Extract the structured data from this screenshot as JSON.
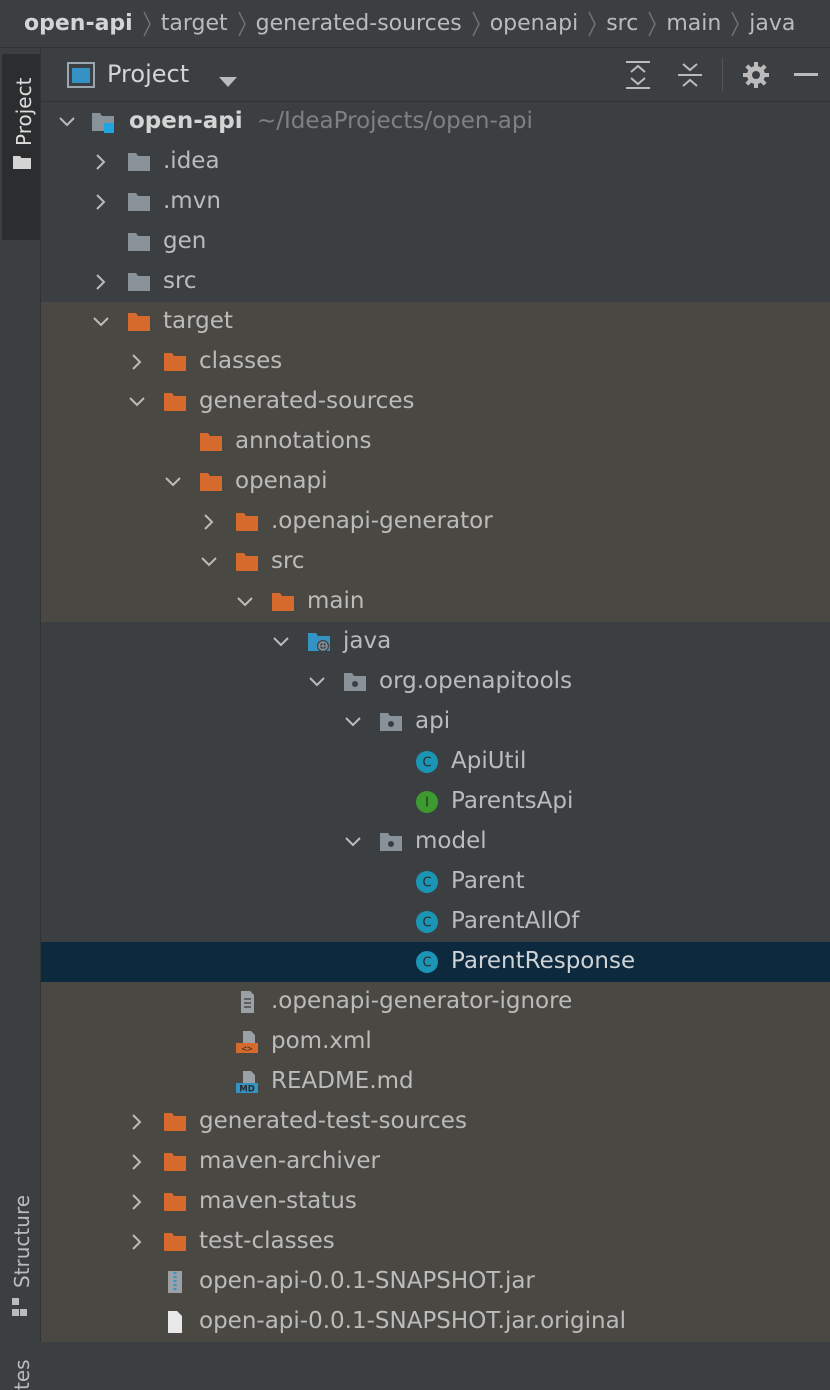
{
  "breadcrumb": [
    "open-api",
    "target",
    "generated-sources",
    "openapi",
    "src",
    "main",
    "java"
  ],
  "tool_window": {
    "left_tabs": {
      "project": "Project",
      "structure": "Structure",
      "favorites": "tes"
    },
    "header": {
      "title": "Project"
    }
  },
  "tree": {
    "root": {
      "label": "open-api",
      "path": "~/IdeaProjects/open-api"
    },
    "items": {
      "idea": ".idea",
      "mvn": ".mvn",
      "gen": "gen",
      "src": "src",
      "target": "target",
      "classes": "classes",
      "generated_sources": "generated-sources",
      "annotations": "annotations",
      "openapi": "openapi",
      "openapi_generator_dir": ".openapi-generator",
      "openapi_src": "src",
      "main": "main",
      "java": "java",
      "org_openapitools": "org.openapitools",
      "api": "api",
      "api_util": "ApiUtil",
      "parents_api": "ParentsApi",
      "model": "model",
      "parent": "Parent",
      "parent_all_of": "ParentAllOf",
      "parent_response": "ParentResponse",
      "openapi_generator_ignore": ".openapi-generator-ignore",
      "pom": "pom.xml",
      "readme": "README.md",
      "generated_test_sources": "generated-test-sources",
      "maven_archiver": "maven-archiver",
      "maven_status": "maven-status",
      "test_classes": "test-classes",
      "snapshot_jar": "open-api-0.0.1-SNAPSHOT.jar",
      "snapshot_jar_original": "open-api-0.0.1-SNAPSHOT.jar.original"
    },
    "badges": {
      "class_letter": "C",
      "interface_letter": "I",
      "markdown_badge": "MD",
      "xml_badge": "<>"
    }
  },
  "colors": {
    "background": "#3c3f41",
    "excluded_row": "#4a4842",
    "selected_row": "#0d293e",
    "excluded_folder": "#d6692c",
    "folder": "#8a9299",
    "class_icon": "#1b95b5",
    "interface_icon": "#3c9a2e"
  }
}
